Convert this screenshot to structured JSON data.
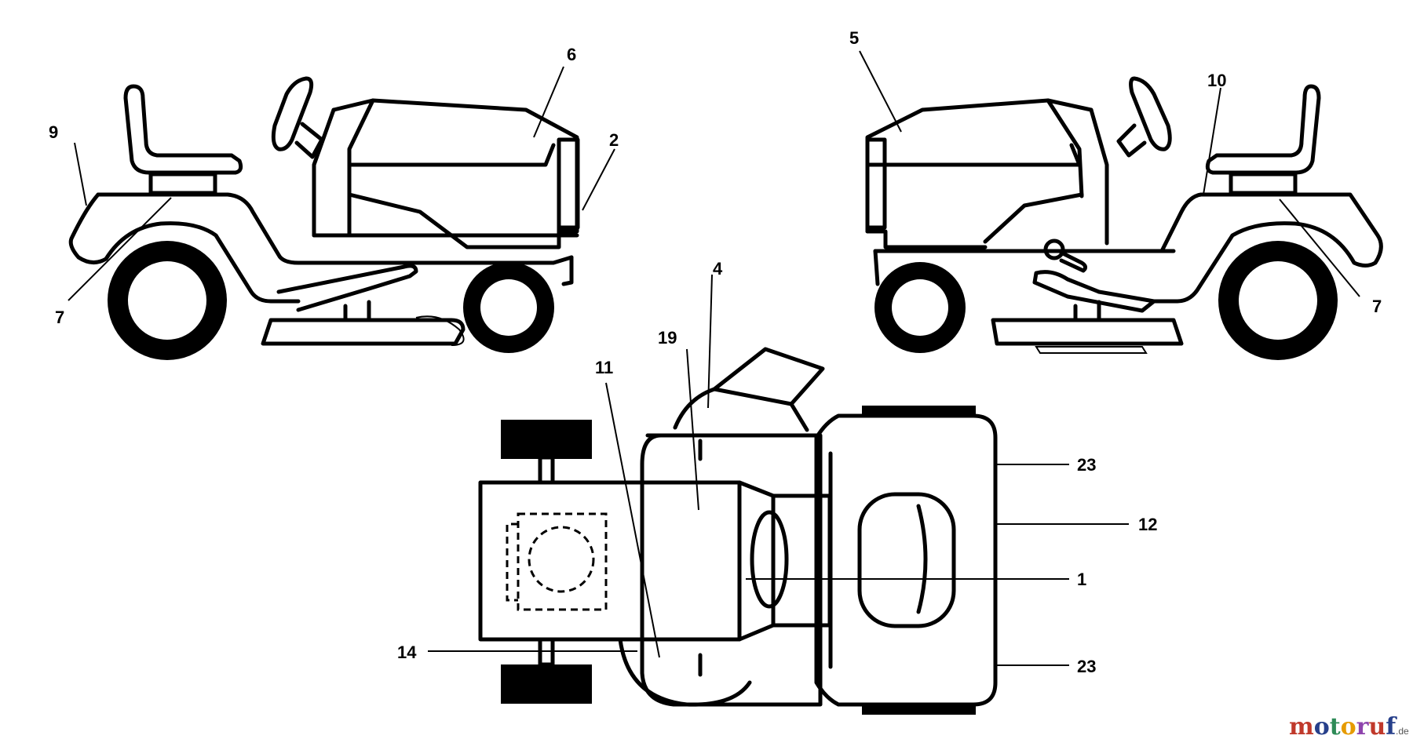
{
  "callouts": {
    "c9": "9",
    "c7_left": "7",
    "c6": "6",
    "c2": "2",
    "c5": "5",
    "c10": "10",
    "c7_right": "7",
    "c4": "4",
    "c19": "19",
    "c11": "11",
    "c23_top": "23",
    "c12": "12",
    "c1": "1",
    "c23_bottom": "23",
    "c14": "14"
  },
  "watermark": {
    "parts": [
      "m",
      "o",
      "t",
      "o",
      "r",
      "u",
      "f"
    ],
    "suffix": ".de",
    "colors": [
      "#c0392b",
      "#27408b",
      "#2e8b57",
      "#e69b00",
      "#8e44ad",
      "#c0392b",
      "#27408b"
    ]
  }
}
